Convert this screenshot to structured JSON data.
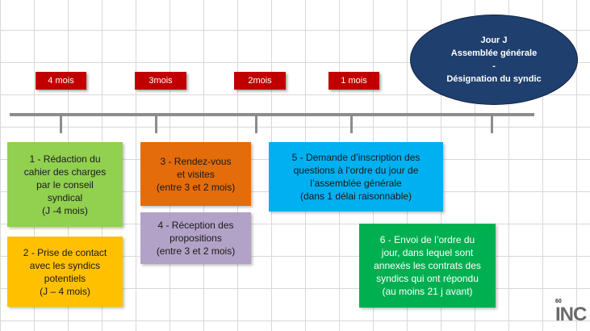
{
  "milestones": [
    {
      "label": "4 mois"
    },
    {
      "label": "3mois"
    },
    {
      "label": "2mois"
    },
    {
      "label": "1 mois"
    }
  ],
  "final_event": {
    "text": "Jour J\nAssemblée générale\n-\nDésignation  du syndic",
    "color": "#1f3f6e"
  },
  "steps": [
    {
      "text": "1 - Rédaction du\ncahier des charges\npar le conseil\nsyndical\n(J -4 mois)",
      "color": "#92d050"
    },
    {
      "text": "2 - Prise de contact\navec les syndics\npotentiels\n(J – 4 mois)",
      "color": "#ffc000"
    },
    {
      "text": "3 - Rendez-vous\net visites\n(entre 3 et 2 mois)",
      "color": "#e46c0a"
    },
    {
      "text": "4 - Réception des\npropositions\n(entre 3 et 2 mois)",
      "color": "#b3a2c7"
    },
    {
      "text": "5 - Demande d’inscription des\nquestions à l’ordre du jour de\nl’assemblée générale\n(dans 1 délai raisonnable)",
      "color": "#00b0f0"
    },
    {
      "text": "6 - Envoi de l’ordre du\njour, dans  lequel sont\nannexés les contrats des\nsyndics qui ont répondu\n(au moins 21 j avant)",
      "color": "#00b050"
    }
  ],
  "logo": {
    "top": "60",
    "main": "INC"
  }
}
